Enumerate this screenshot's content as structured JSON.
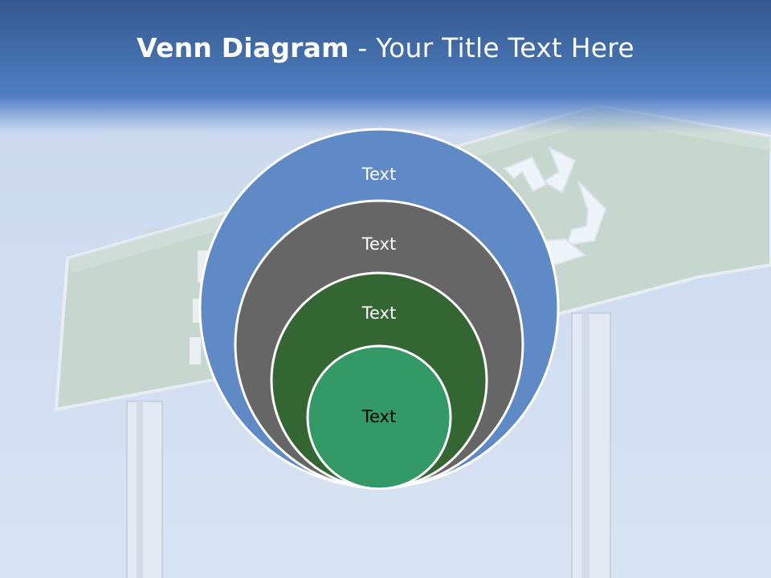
{
  "slide": {
    "title_bold": "Venn Diagram",
    "title_rest": " - Your Title Text Here"
  },
  "diagram": {
    "circles": [
      {
        "label": "Text",
        "fill": "#5f8ac6",
        "text_color": "#ffffff"
      },
      {
        "label": "Text",
        "fill": "#666666",
        "text_color": "#ffffff"
      },
      {
        "label": "Text",
        "fill": "#336633",
        "text_color": "#ffffff"
      },
      {
        "label": "Text",
        "fill": "#339966",
        "text_color": "#000000"
      }
    ]
  },
  "background": {
    "sign_color": "#c8d6cf",
    "icon": "recycle-icon"
  }
}
